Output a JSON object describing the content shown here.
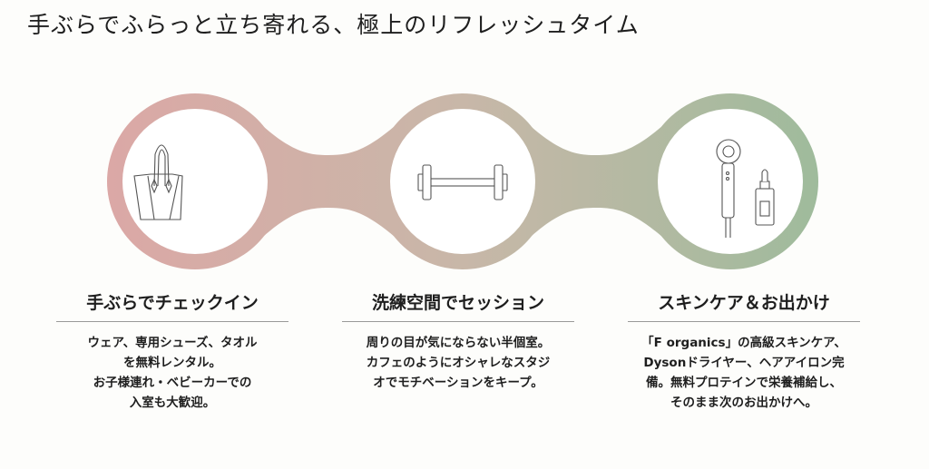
{
  "title": "手ぶらでふらっと立ち寄れる、極上のリフレッシュタイム",
  "colors": {
    "left": "#dba8a6",
    "middle": "#c8b7a8",
    "right": "#9fbb9c"
  },
  "steps": [
    {
      "icon": "handbag-icon",
      "heading": "手ぶらでチェックイン",
      "lines": [
        "ウェア、専用シューズ、タオル",
        "を無料レンタル。",
        "お子様連れ・ベビーカーでの",
        "入室も大歓迎。"
      ]
    },
    {
      "icon": "dumbbell-icon",
      "heading": "洗練空間でセッション",
      "lines": [
        "周りの目が気にならない半個室。",
        "カフェのようにオシャレなスタジ",
        "オでモチベーションをキープ。"
      ]
    },
    {
      "icon": "hairdryer-and-serum-icon",
      "heading": "スキンケア＆お出かけ",
      "lines": [
        "「F organics」の高級スキンケア、",
        "Dysonドライヤー、ヘアアイロン完",
        "備。無料プロテインで栄養補給し、",
        "そのまま次のお出かけへ。"
      ]
    }
  ]
}
